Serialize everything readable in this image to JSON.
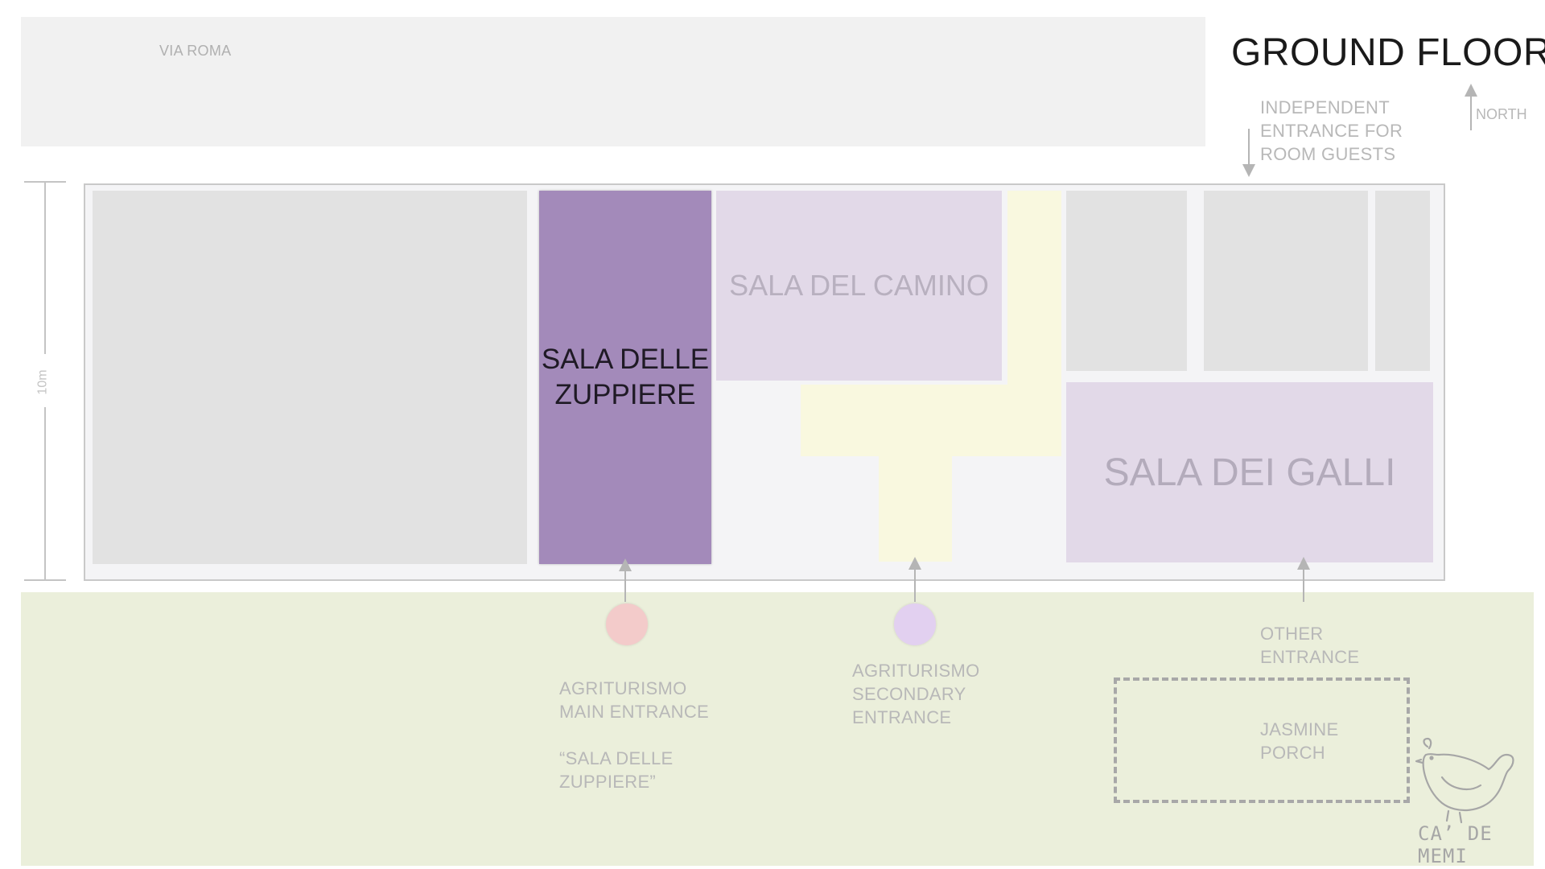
{
  "title": "GROUND FLOOR",
  "street": {
    "label": "VIA ROMA"
  },
  "compass": {
    "label": "NORTH"
  },
  "scale": {
    "label": "10m"
  },
  "rooms": {
    "zuppiere": "SALA DELLE ZUPPIERE",
    "camino": "SALA DEL CAMINO",
    "galli": "SALA DEI GALLI"
  },
  "entrances": {
    "independent": "INDEPENDENT\nENTRANCE FOR\nROOM GUESTS",
    "main": "AGRITURISMO\nMAIN ENTRANCE\n\n“SALA DELLE\nZUPPIERE”",
    "secondary": "AGRITURISMO\nSECONDARY\nENTRANCE",
    "other": "OTHER\nENTRANCE"
  },
  "porch": {
    "label": "JASMINE\nPORCH"
  },
  "brand": {
    "label": "CA’ DE MEMI"
  },
  "colors": {
    "main_marker": "#f3cbca",
    "secondary_marker": "#e2d0f0",
    "highlight_room": "#a38aba",
    "lilac_room": "#e2d9e8",
    "corridor": "#f9f8df",
    "garden": "#ebefdb"
  },
  "icons": [
    "north-arrow-icon",
    "chicken-logo-icon",
    "arrow-up-icon",
    "arrow-down-icon"
  ]
}
